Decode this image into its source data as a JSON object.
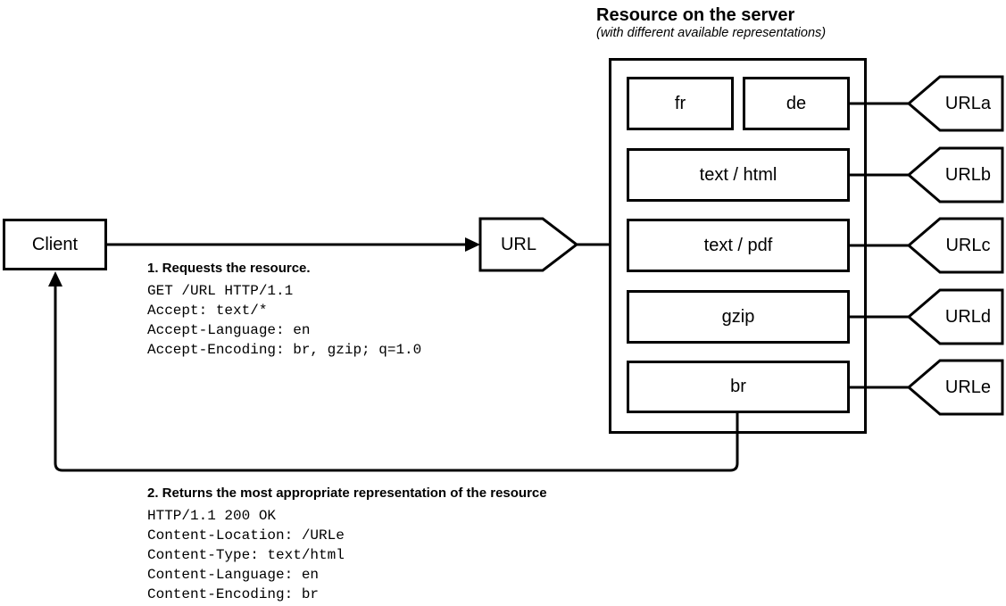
{
  "title": {
    "heading": "Resource on the server",
    "subtitle": "(with different available representations)"
  },
  "client": {
    "label": "Client"
  },
  "url_node": {
    "label": "URL"
  },
  "request": {
    "label": "1. Requests the resource.",
    "lines": [
      "GET /URL HTTP/1.1",
      "Accept: text/*",
      "Accept-Language: en",
      "Accept-Encoding: br, gzip; q=1.0"
    ]
  },
  "response": {
    "label": "2. Returns the most appropriate representation of the resource",
    "lines": [
      "HTTP/1.1 200 OK",
      "Content-Location: /URLe",
      "Content-Type: text/html",
      "Content-Language: en",
      "Content-Encoding: br"
    ]
  },
  "representations": [
    {
      "label": "fr"
    },
    {
      "label": "de"
    },
    {
      "label": "text / html"
    },
    {
      "label": "text / pdf"
    },
    {
      "label": "gzip"
    },
    {
      "label": "br"
    }
  ],
  "url_tags": [
    {
      "label": "URLa"
    },
    {
      "label": "URLb"
    },
    {
      "label": "URLc"
    },
    {
      "label": "URLd"
    },
    {
      "label": "URLe"
    }
  ],
  "colors": {
    "line": "#000000",
    "background": "#ffffff"
  }
}
